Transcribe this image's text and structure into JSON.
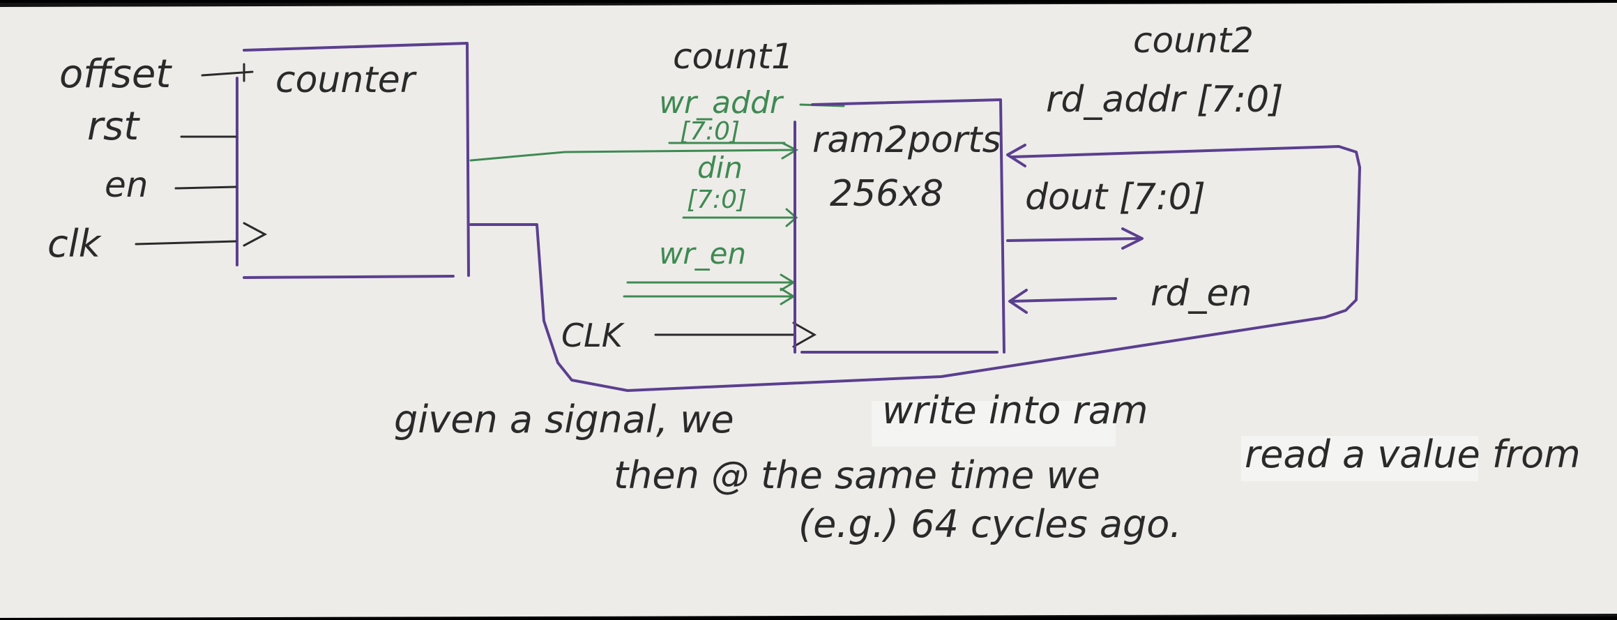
{
  "colors": {
    "paper": "#ecebe8",
    "ink_black": "#2a2a2a",
    "ink_purple": "#5b3f8f",
    "ink_green": "#3f8a52"
  },
  "counter": {
    "title": "counter",
    "inputs": [
      "offset",
      "rst",
      "en",
      "clk"
    ]
  },
  "ram": {
    "title": "ram2ports",
    "size": "256x8",
    "left_inputs": {
      "wr_addr": "wr_addr",
      "wr_addr_width": "[7:0]",
      "din": "din",
      "din_width": "[7:0]",
      "wr_en": "wr_en",
      "clk": "CLK"
    },
    "right_ports": {
      "rd_addr": "rd_addr [7:0]",
      "dout": "dout [7:0]",
      "rd_en": "rd_en"
    }
  },
  "wire_labels": {
    "count1": "count1",
    "count2": "count2"
  },
  "note": {
    "line1_a": "given a signal, we",
    "line1_b": "write into ram",
    "line2_a": "then @ the same time we",
    "line2_b": "read a value from",
    "line3": "(e.g.) 64 cycles ago."
  }
}
